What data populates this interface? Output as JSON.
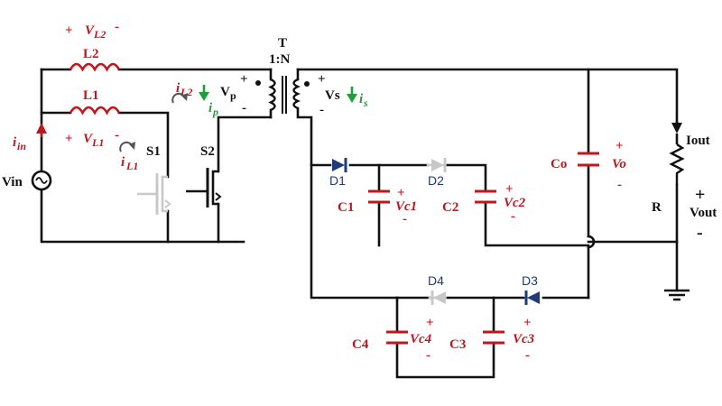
{
  "inductors": {
    "l2": {
      "name": "L2",
      "voltage_label": "V",
      "voltage_sub": "L2",
      "plus": "+",
      "minus": "-",
      "current_label": "i",
      "current_sub": "L2"
    },
    "l1": {
      "name": "L1",
      "voltage_label": "V",
      "voltage_sub": "L1",
      "plus": "+",
      "minus": "-",
      "current_label": "i",
      "current_sub": "L1"
    }
  },
  "source": {
    "name": "Vin",
    "current_label": "i",
    "current_sub": "in"
  },
  "switches": {
    "s1": "S1",
    "s2": "S2"
  },
  "transformer": {
    "name": "T",
    "ratio": "1:N",
    "primary": {
      "label": "V",
      "sub": "p",
      "plus": "+",
      "minus": "-",
      "current_label": "i",
      "current_sub": "p"
    },
    "secondary": {
      "label": "Vs",
      "plus": "+",
      "minus": "-",
      "current_label": "i",
      "current_sub": "s"
    }
  },
  "diodes": {
    "d1": "D1",
    "d2": "D2",
    "d3": "D3",
    "d4": "D4"
  },
  "capacitors": {
    "c1": {
      "name": "C1",
      "voltage": "Vc1",
      "plus": "+",
      "minus": "-"
    },
    "c2": {
      "name": "C2",
      "voltage": "Vc2",
      "plus": "+",
      "minus": "-"
    },
    "c3": {
      "name": "C3",
      "voltage": "Vc3",
      "plus": "+",
      "minus": "-"
    },
    "c4": {
      "name": "C4",
      "voltage": "Vc4",
      "plus": "+",
      "minus": "-"
    },
    "co": {
      "name": "Co",
      "voltage": "Vo",
      "plus": "+",
      "minus": "-"
    }
  },
  "load": {
    "resistor": "R",
    "current": "Iout",
    "voltage": "Vout",
    "plus": "+",
    "minus": "-"
  },
  "colors": {
    "wire": "#111111",
    "passive": "#c0161c",
    "current_arrow": "#1f9f3a",
    "diode_active": "#1f3a7a",
    "inactive": "#c8c8c8"
  }
}
